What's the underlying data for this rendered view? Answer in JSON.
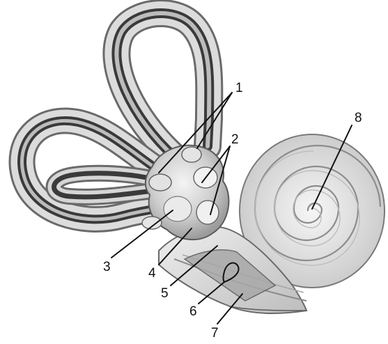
{
  "labels": {
    "l1": "1",
    "l2": "2",
    "l3": "3",
    "l4": "4",
    "l5": "5",
    "l6": "6",
    "l7": "7",
    "l8": "8"
  },
  "colors": {
    "canal_outer": "#8a8a8a",
    "canal_band": "#444444",
    "canal_fill": "#dcdcdc",
    "vestibule": "#d2d2d2",
    "cochlea_light": "#ededed",
    "cochlea_line": "#9a9a9a",
    "ink": "#111111"
  }
}
